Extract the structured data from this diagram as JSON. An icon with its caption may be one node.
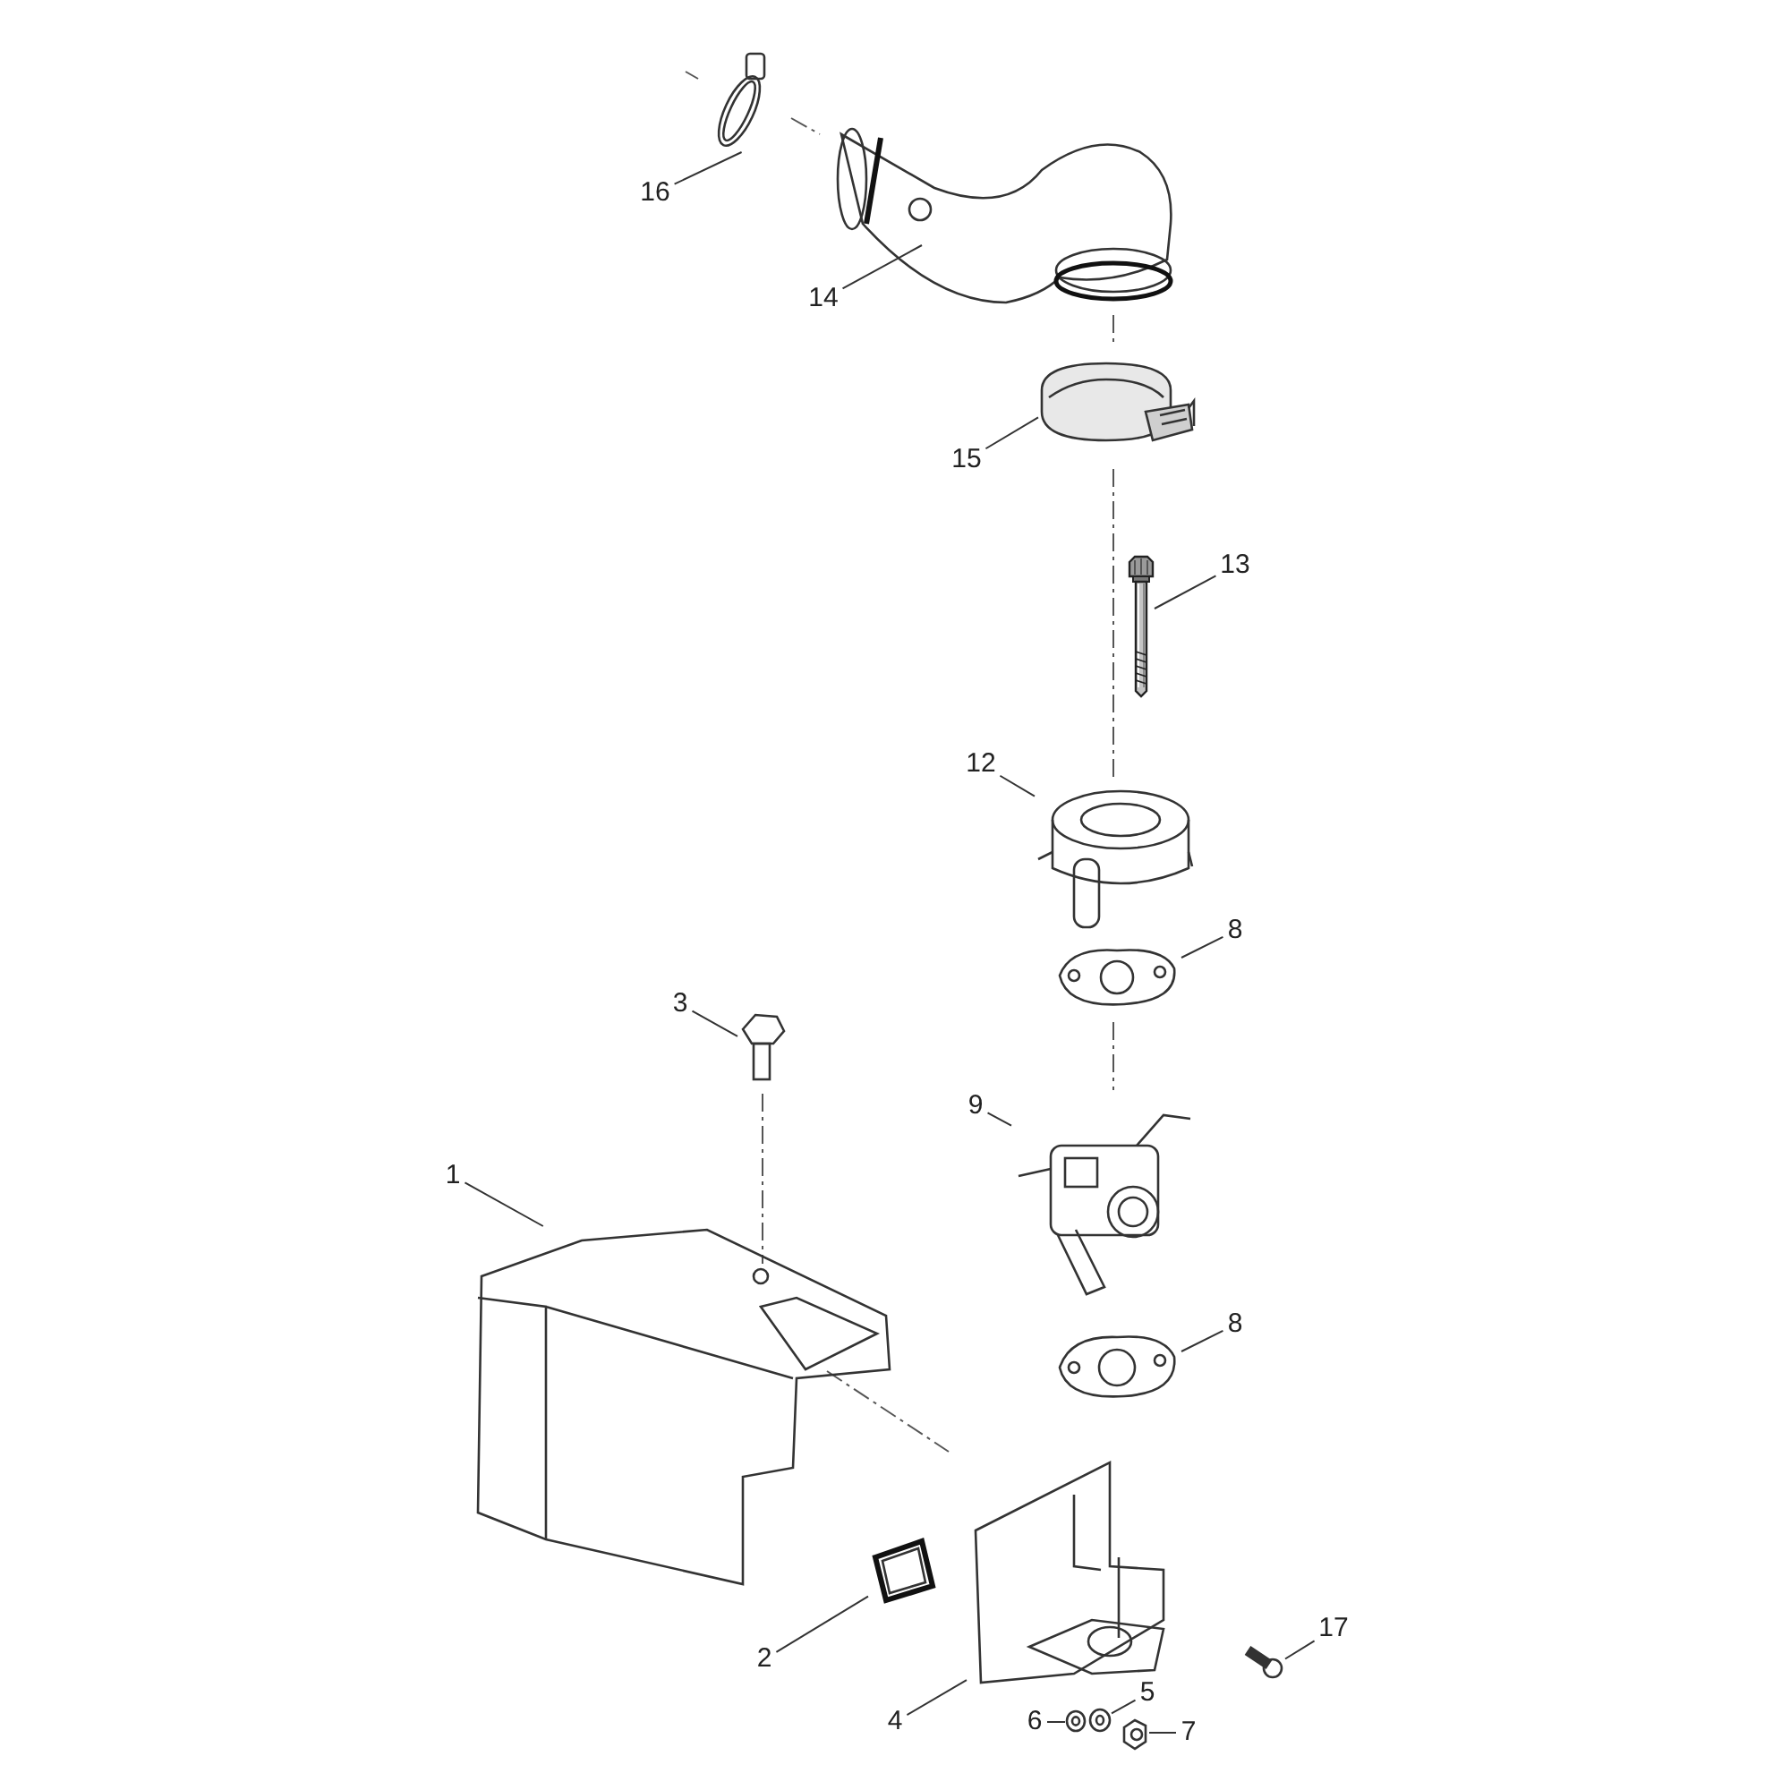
{
  "diagram": {
    "nodes": [
      {
        "text": [
          "16"
        ]
      },
      {
        "text": [
          "14"
        ]
      },
      {
        "text": [
          "15"
        ]
      },
      {
        "text": [
          "13"
        ]
      },
      {
        "text": [
          "12"
        ]
      },
      {
        "text": [
          "8"
        ]
      },
      {
        "text": [
          "3"
        ]
      },
      {
        "text": [
          "9"
        ]
      },
      {
        "text": [
          "1"
        ]
      },
      {
        "text": [
          "8"
        ]
      },
      {
        "text": [
          "17"
        ]
      },
      {
        "text": [
          "2"
        ]
      },
      {
        "text": [
          "5"
        ]
      },
      {
        "text": [
          "4"
        ]
      },
      {
        "text": [
          "6"
        ]
      },
      {
        "text": [
          "7"
        ]
      },
      {
        "text": [],
        "shape": "picture"
      },
      {
        "text": [],
        "shape": "picture"
      },
      {
        "text": [],
        "shape": "picture"
      },
      {
        "text": [],
        "shape": "picture"
      },
      {
        "text": [],
        "shape": "picture"
      },
      {
        "text": [],
        "shape": "picture"
      },
      {
        "text": [],
        "shape": "picture"
      },
      {
        "text": [],
        "shape": "picture"
      },
      {
        "text": [],
        "shape": "picture"
      },
      {
        "text": [],
        "shape": "picture"
      },
      {
        "text": [],
        "shape": "picture"
      },
      {
        "text": [],
        "shape": "picture"
      },
      {
        "text": [],
        "shape": "picture"
      },
      {
        "text": [],
        "shape": "picture"
      },
      {
        "text": [],
        "shape": "picture"
      },
      {
        "text": [],
        "shape": "picture"
      }
    ],
    "edges": [
      {
        "from": 0,
        "to": 16,
        "arrow": "none"
      },
      {
        "from": 1,
        "to": 17,
        "arrow": "none"
      },
      {
        "from": 2,
        "to": 18,
        "arrow": "none"
      },
      {
        "from": 3,
        "to": 19,
        "arrow": "none"
      },
      {
        "from": 4,
        "to": 20,
        "arrow": "none"
      },
      {
        "from": 5,
        "to": 21,
        "arrow": "none"
      },
      {
        "from": 6,
        "to": 22,
        "arrow": "none"
      },
      {
        "from": 7,
        "to": 23,
        "arrow": "none"
      },
      {
        "from": 8,
        "to": 24,
        "arrow": "none"
      },
      {
        "from": 9,
        "to": 25,
        "arrow": "none"
      },
      {
        "from": 10,
        "to": 26,
        "arrow": "none"
      },
      {
        "from": 11,
        "to": 27,
        "arrow": "none"
      },
      {
        "from": 12,
        "to": 28,
        "arrow": "none"
      },
      {
        "from": 13,
        "to": 29,
        "arrow": "none"
      },
      {
        "from": 14,
        "to": 30,
        "arrow": "none"
      },
      {
        "from": 15,
        "to": 31,
        "arrow": "none"
      }
    ]
  }
}
